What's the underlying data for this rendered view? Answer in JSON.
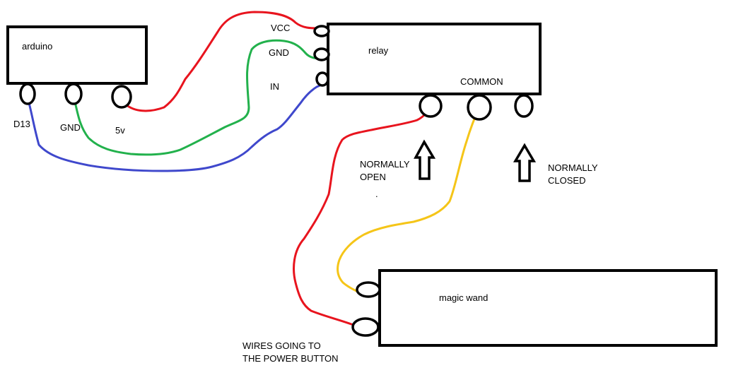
{
  "components": {
    "arduino": {
      "label": "arduino"
    },
    "relay": {
      "label": "relay"
    },
    "wand": {
      "label": "magic wand"
    }
  },
  "arduino_pins": {
    "d13": "D13",
    "gnd": "GND",
    "v5": "5v"
  },
  "relay_pins": {
    "vcc": "VCC",
    "gnd": "GND",
    "in": "IN",
    "common": "COMMON"
  },
  "notes": {
    "normally_open_line1": "NORMALLY",
    "normally_open_line2": "OPEN",
    "normally_closed_line1": "NORMALLY",
    "normally_closed_line2": "CLOSED",
    "wires_line1": "WIRES GOING TO",
    "wires_line2": "THE POWER BUTTON",
    "dot": "."
  },
  "wire_colors": {
    "power": "#e8141e",
    "ground": "#22b14c",
    "signal": "#3f48cc",
    "common": "#f5c518"
  }
}
